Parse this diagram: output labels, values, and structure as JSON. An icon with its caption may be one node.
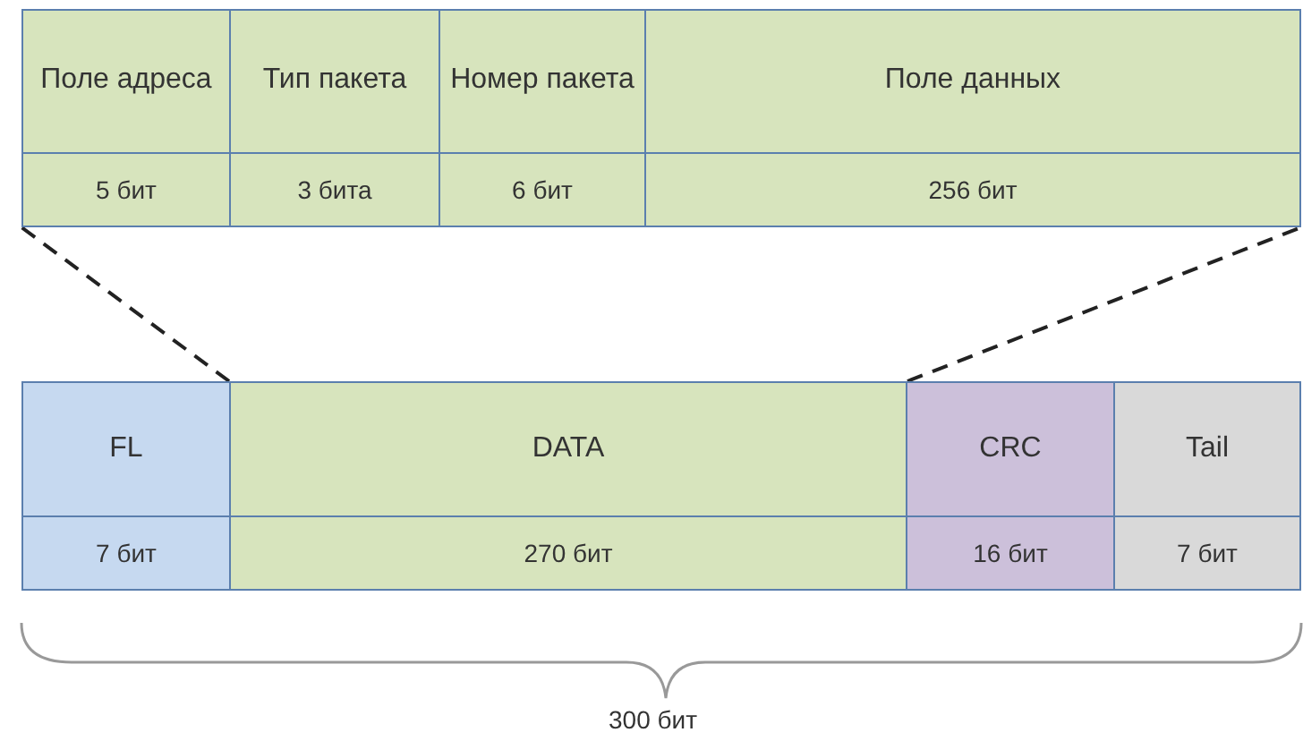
{
  "diagram": {
    "nodes": [
      {
        "text": [
          "Поле адреса",
          "5 бит"
        ]
      },
      {
        "text": [
          "Тип пакета",
          "3 бита"
        ]
      },
      {
        "text": [
          "Номер пакета",
          "6 бит"
        ]
      },
      {
        "text": [
          "Поле данных",
          "256 бит"
        ]
      },
      {
        "text": [
          "FL",
          "7 бит"
        ]
      },
      {
        "text": [
          "DATA",
          "270 бит"
        ]
      },
      {
        "text": [
          "CRC",
          "16 бит"
        ]
      },
      {
        "text": [
          "Tail",
          "7 бит"
        ]
      }
    ],
    "edges": [
      {
        "from": 5,
        "to": 0,
        "arrow": "none",
        "style": "dashed"
      },
      {
        "from": 5,
        "to": 3,
        "arrow": "none",
        "style": "dashed"
      }
    ],
    "labels": [
      "300 бит"
    ]
  }
}
